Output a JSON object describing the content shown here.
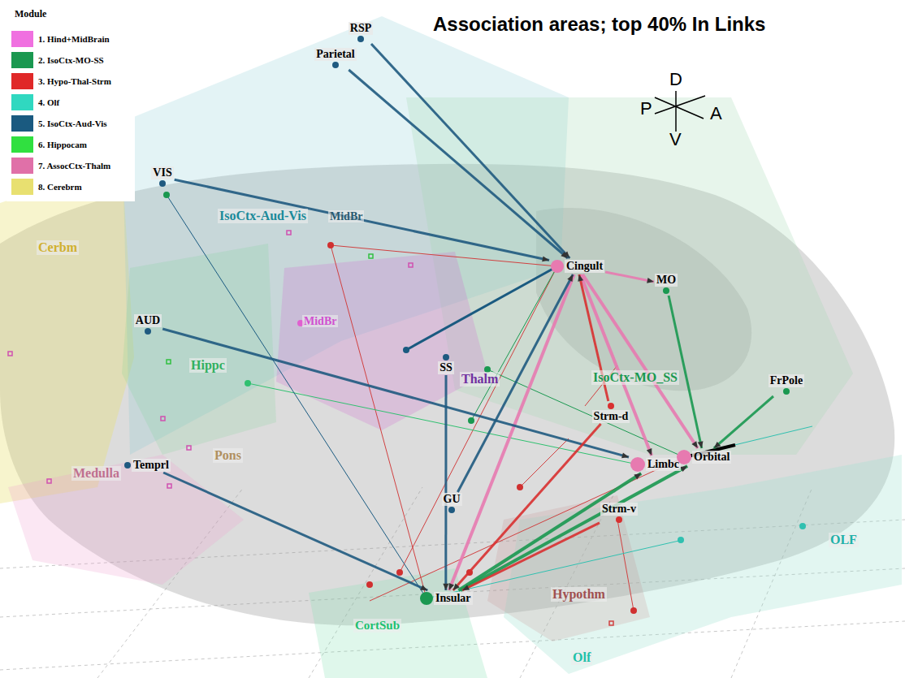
{
  "diagram": {
    "title": "Association areas; top 40% In Links",
    "nodes": [
      {
        "text": [
          "RSP"
        ]
      },
      {
        "text": [
          "Parietal"
        ]
      },
      {
        "text": [
          "VIS"
        ]
      },
      {
        "text": [
          "AUD"
        ]
      },
      {
        "text": [
          "Temprl"
        ]
      },
      {
        "text": [
          "SS"
        ]
      },
      {
        "text": [
          "GU"
        ]
      },
      {
        "text": [
          "Cingult"
        ]
      },
      {
        "text": [
          "MO"
        ]
      },
      {
        "text": [
          "FrPole"
        ]
      },
      {
        "text": [
          "Limbc"
        ]
      },
      {
        "text": [
          "Orbital"
        ]
      },
      {
        "text": [
          "Strm-d"
        ]
      },
      {
        "text": [
          "Strm-v"
        ]
      },
      {
        "text": [
          "Insular"
        ]
      }
    ],
    "edges": [
      {
        "from": 0,
        "to": 7,
        "arrow": "to"
      },
      {
        "from": 1,
        "to": 7,
        "arrow": "to"
      },
      {
        "from": 2,
        "to": 7,
        "arrow": "to"
      },
      {
        "from": 7,
        "to": 8,
        "arrow": "to"
      },
      {
        "from": 8,
        "to": 11,
        "arrow": "to"
      },
      {
        "from": 9,
        "to": 11,
        "arrow": "to"
      },
      {
        "from": 7,
        "to": 10,
        "arrow": "to"
      },
      {
        "from": 7,
        "to": 11,
        "arrow": "to"
      },
      {
        "from": 7,
        "to": 14,
        "arrow": "to"
      },
      {
        "from": 14,
        "to": 10,
        "arrow": "to"
      },
      {
        "from": 14,
        "to": 11,
        "arrow": "to"
      },
      {
        "from": 6,
        "to": 7,
        "arrow": "to"
      },
      {
        "from": 5,
        "to": 14,
        "arrow": "to"
      },
      {
        "from": 3,
        "to": 10,
        "arrow": "to"
      },
      {
        "from": 4,
        "to": 14,
        "arrow": "to"
      },
      {
        "from": 12,
        "to": 14,
        "arrow": "to"
      },
      {
        "from": 13,
        "to": 14,
        "arrow": "to"
      },
      {
        "from": 12,
        "to": 7,
        "arrow": "to"
      }
    ],
    "labels": [
      "Module",
      "IsoCtx-Aud-Vis",
      "MidBr",
      "Cerbm",
      "MidBr",
      "Hippc",
      "IsoCtx-MO_SS",
      "Thalm",
      "Pons",
      "Medulla",
      "CortSub",
      "Hypothm",
      "Olf",
      "OLF",
      "P",
      "D",
      "A",
      "V"
    ],
    "legend": [
      {
        "text": "1. Hind+MidBrain",
        "color": "#f070e0"
      },
      {
        "text": "2. IsoCtx-MO-SS",
        "color": "#1a9850"
      },
      {
        "text": "3. Hypo-Thal-Strm",
        "color": "#e02828"
      },
      {
        "text": "4. Olf",
        "color": "#30d8c0"
      },
      {
        "text": "5. IsoCtx-Aud-Vis",
        "color": "#1a5a80"
      },
      {
        "text": "6. Hippocam",
        "color": "#30e040"
      },
      {
        "text": "7. AssocCtx-Thalm",
        "color": "#e070a8"
      },
      {
        "text": "8. Cerebrm",
        "color": "#e8e070"
      }
    ]
  }
}
